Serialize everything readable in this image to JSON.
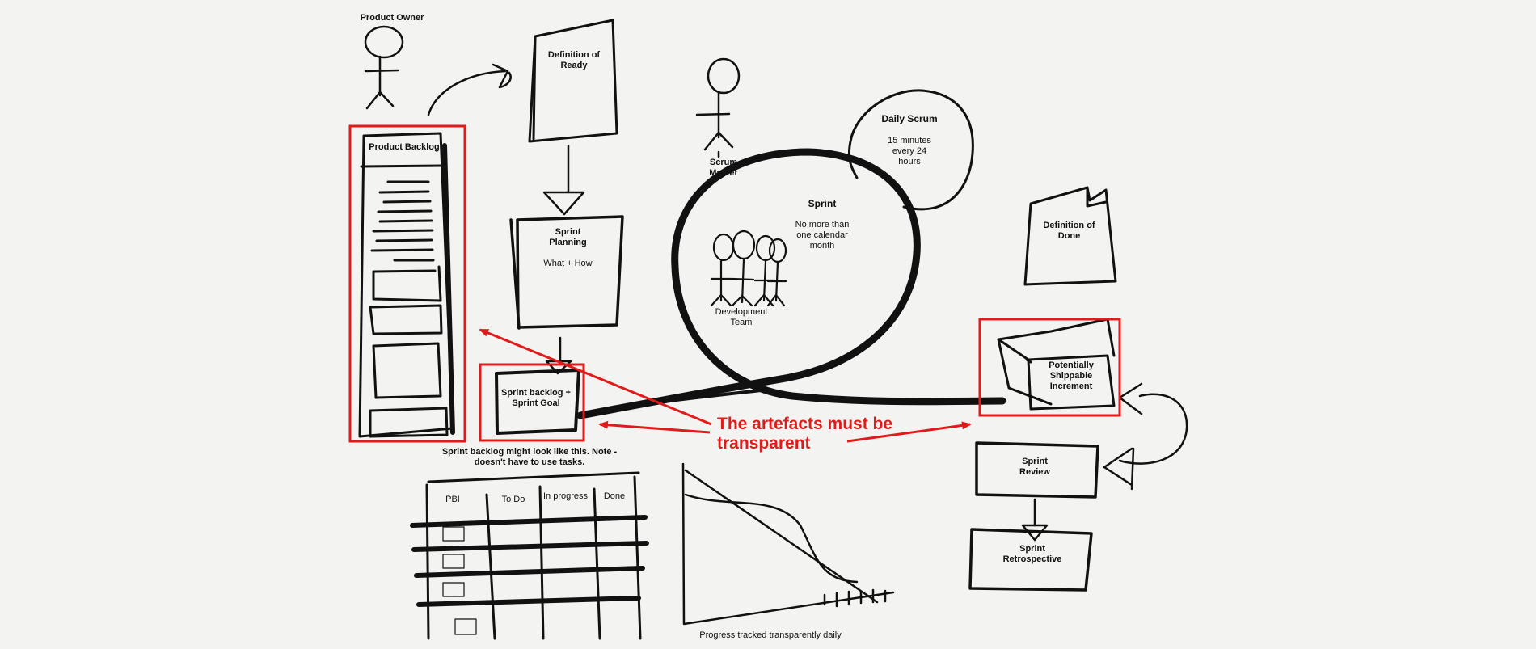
{
  "roles": {
    "product_owner": "Product Owner",
    "scrum_master": "Scrum\nMaster",
    "development_team": "Development\nTeam"
  },
  "artifacts": {
    "definition_of_ready": "Definition of\nReady",
    "product_backlog": "Product Backlog",
    "sprint_backlog": "Sprint backlog +\nSprint Goal",
    "definition_of_done": "Definition of\nDone",
    "increment": "Potentially\nShippable\nIncrement"
  },
  "events": {
    "sprint_planning_title": "Sprint\nPlanning",
    "sprint_planning_sub": "What + How",
    "daily_scrum_title": "Daily Scrum",
    "daily_scrum_sub": "15 minutes\nevery 24\nhours",
    "sprint_title": "Sprint",
    "sprint_sub": "No more than\none calendar\nmonth",
    "sprint_review": "Sprint\nReview",
    "sprint_retrospective": "Sprint\nRetrospective"
  },
  "task_board": {
    "caption": "Sprint backlog might look like this. Note -\ndoesn't have to use tasks.",
    "columns": [
      "PBI",
      "To Do",
      "In progress",
      "Done"
    ]
  },
  "burndown": {
    "caption": "Progress tracked transparently daily"
  },
  "callout": {
    "text": "The artefacts must be\ntransparent",
    "color": "#e01b1b"
  },
  "colors": {
    "ink": "#111111",
    "highlight": "#e01b1b",
    "background": "#f3f3f1"
  }
}
